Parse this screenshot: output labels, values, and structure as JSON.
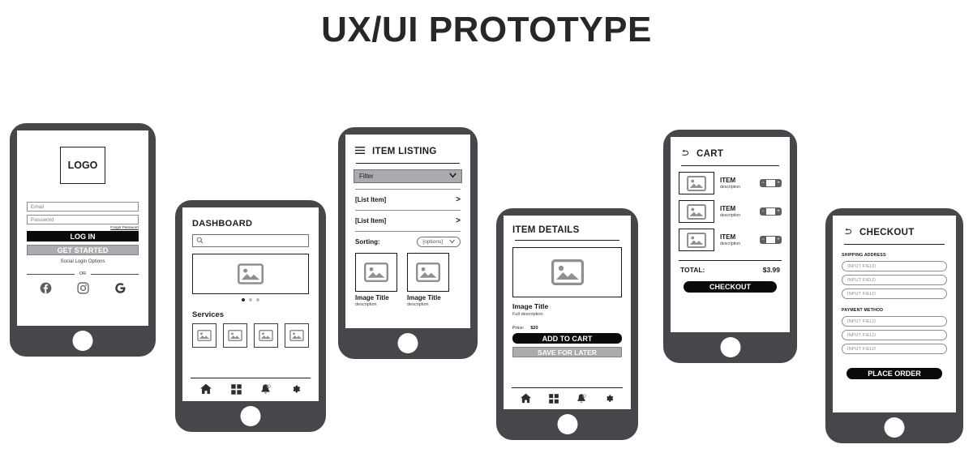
{
  "title": "UX/UI PROTOTYPE",
  "theme": {
    "frame": "#45474b",
    "screen_bg": "#ffffff",
    "primary_btn": "#0a0a0a",
    "secondary_btn": "#a9abae",
    "text": "#15171a",
    "muted_text": "#8b8d90",
    "title_color": "#25272b"
  },
  "screens": {
    "login": {
      "name": "Login",
      "logo": "LOGO",
      "email_placeholder": "Email",
      "password_placeholder": "Password",
      "forgot_link": "Forgot Password",
      "login_button": "LOG IN",
      "get_started_button": "GET STARTED",
      "social_caption": "Social Login Options",
      "or_label": "OR",
      "social_icons": [
        "facebook-icon",
        "instagram-icon",
        "google-icon"
      ]
    },
    "dashboard": {
      "name": "Dashboard",
      "title": "DASHBOARD",
      "search_placeholder": "",
      "search_icon": "search-icon",
      "carousel_icon": "image-placeholder-icon",
      "carousel_dots": 3,
      "carousel_active_dot": 0,
      "services_title": "Services",
      "service_tiles": 4,
      "nav_items": [
        "home-icon",
        "grid-icon",
        "bell-icon",
        "gear-icon"
      ]
    },
    "item_listing": {
      "name": "Item Listing",
      "title": "ITEM LISTING",
      "menu_icon": "hamburger-menu-icon",
      "filter_label": "Filter",
      "filter_caret": "chevron-down-icon",
      "list_items": [
        "[List Item]",
        "[List Item]"
      ],
      "list_chevron": "chevron-right-icon",
      "sorting_label": "Sorting:",
      "sorting_value": "[options]",
      "cards": [
        {
          "title": "Image Title",
          "description": "description"
        },
        {
          "title": "Image Title",
          "description": "description"
        }
      ]
    },
    "item_details": {
      "name": "Item Details",
      "title": "ITEM DETAILS",
      "image_icon": "image-placeholder-icon",
      "item_title": "Image Title",
      "item_description": "Full description",
      "price_label": "Price:",
      "price_value": "$20",
      "add_to_cart_button": "ADD TO CART",
      "save_for_later_button": "SAVE FOR LATER",
      "nav_items": [
        "home-icon",
        "grid-icon",
        "bell-icon",
        "gear-icon"
      ]
    },
    "cart": {
      "name": "Cart",
      "title": "CART",
      "back_icon": "back-arrow-icon",
      "items": [
        {
          "name": "ITEM",
          "description": "description"
        },
        {
          "name": "ITEM",
          "description": "description"
        },
        {
          "name": "ITEM",
          "description": "description"
        }
      ],
      "stepper_minus": "−",
      "stepper_plus": "+",
      "total_label": "TOTAL:",
      "total_value": "$3.99",
      "checkout_button": "CHECKOUT"
    },
    "checkout": {
      "name": "Checkout",
      "title": "CHECKOUT",
      "back_icon": "back-arrow-icon",
      "shipping_label": "SHIPPING ADDRESS",
      "shipping_fields": [
        "INPUT FIELD",
        "INPUT FIELD",
        "INPUT FIELD"
      ],
      "payment_label": "PAYMENT METHOD",
      "payment_fields": [
        "INPUT FIELD",
        "INPUT FIELD",
        "INPUT FIELD"
      ],
      "place_order_button": "PLACE ORDER"
    }
  }
}
